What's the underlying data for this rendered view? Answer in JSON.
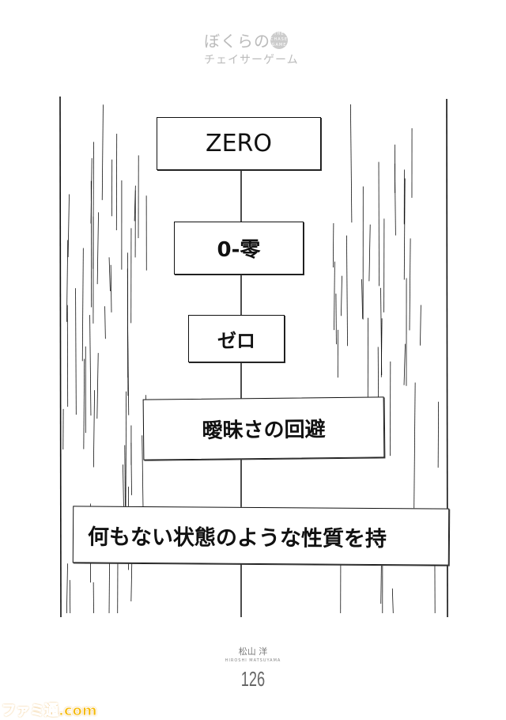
{
  "logo": {
    "title_line1": "ぼくらの",
    "title_line2": "チェイサーゲーム",
    "badge": "THE CHASER GAME"
  },
  "boxes": [
    "ZERO",
    "0-零",
    "ゼロ",
    "曖昧さの回避",
    "何もない状態のような性質を持"
  ],
  "footer": {
    "author": "松山 洋",
    "author_romaji": "HIROSHI MATSUYAMA",
    "page_number": "126"
  },
  "watermark": "ファミ通.com"
}
